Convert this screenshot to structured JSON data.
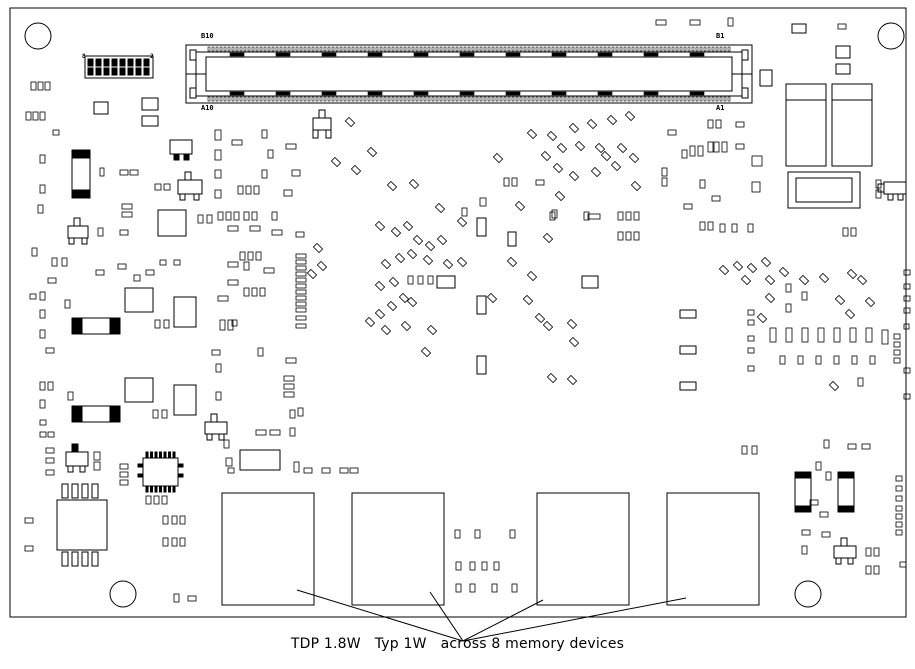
{
  "connector": {
    "pin_labels": [
      "B10",
      "A10",
      "B1",
      "A1"
    ],
    "header_pin_numbers": [
      "8",
      "2"
    ]
  },
  "caption": {
    "power_note": "TDP 1.8W   Typ 1W   across 8 memory devices"
  }
}
